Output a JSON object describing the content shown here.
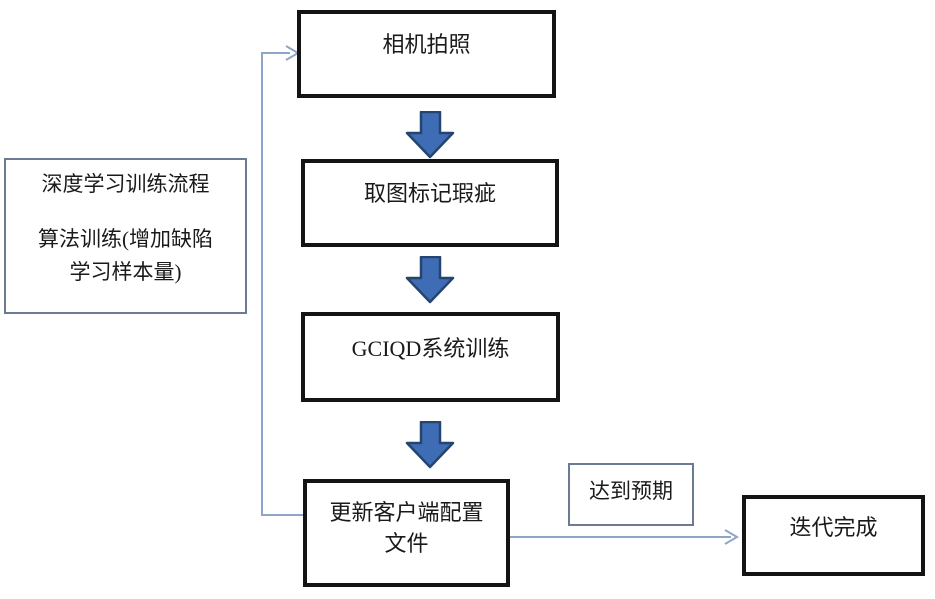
{
  "diagram": {
    "type": "flowchart",
    "nodes": {
      "camera": {
        "label": "相机拍照"
      },
      "mark": {
        "label": "取图标记瑕疵"
      },
      "train": {
        "label": "GCIQD系统训练"
      },
      "update": {
        "line1": "更新客户端配置",
        "line2": "文件"
      },
      "done": {
        "label": "迭代完成"
      },
      "note": {
        "line1": "深度学习训练流程",
        "line2": "算法训练(增加缺陷",
        "line3": "学习样本量)"
      },
      "expect": {
        "label": "达到预期"
      }
    },
    "edges": [
      {
        "from": "camera",
        "to": "mark",
        "style": "block-arrow-down"
      },
      {
        "from": "mark",
        "to": "train",
        "style": "block-arrow-down"
      },
      {
        "from": "train",
        "to": "update",
        "style": "block-arrow-down"
      },
      {
        "from": "update",
        "to": "done",
        "style": "thin-arrow-right",
        "label": "达到预期"
      },
      {
        "from": "update",
        "to": "camera",
        "style": "thin-feedback-loop"
      }
    ],
    "colors": {
      "background": "#ffffff",
      "text": "#1a1a1a",
      "box_border": "#141414",
      "note_border": "#6b7b93",
      "arrow_fill": "#3e6db5",
      "arrow_stroke": "#24456e",
      "connector": "#8fa5c8"
    }
  }
}
